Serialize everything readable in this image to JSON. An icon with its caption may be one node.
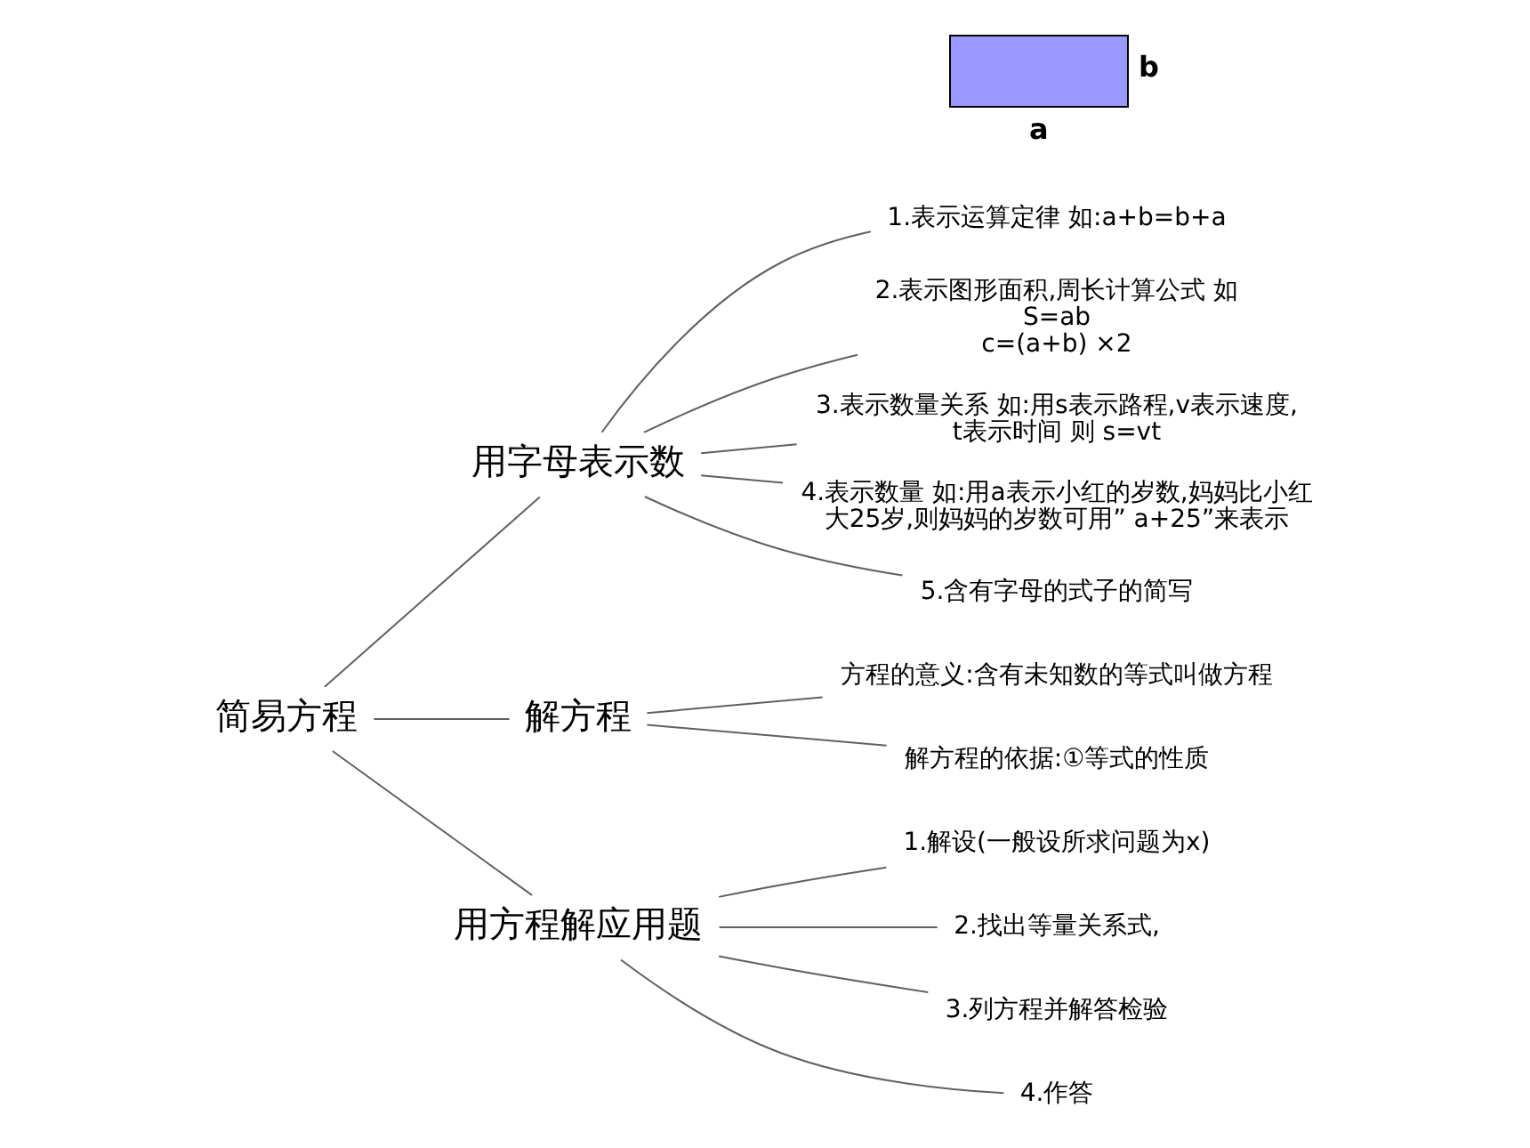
{
  "diagram": {
    "nodes": [
      {
        "text": [
          "简易方程"
        ]
      },
      {
        "text": [
          "用字母表示数"
        ]
      },
      {
        "text": [
          "1.表示运算定律 如:a+b=b+a"
        ]
      },
      {
        "text": [
          "2.表示图形面积,周长计算公式 如",
          "S=ab",
          "c=(a+b) ×2"
        ]
      },
      {
        "text": [],
        "shape": "box",
        "beside": [
          "b",
          "a"
        ]
      },
      {
        "text": [
          "3.表示数量关系 如:用s表示路程,v表示速度,t表示时间 则 s=vt"
        ]
      },
      {
        "text": [
          "4.表示数量 如:用a表示小红的岁数,妈妈比小红大25岁,则妈妈的岁数可用” a+25”来表示"
        ]
      },
      {
        "text": [
          "5.含有字母的式子的简写"
        ]
      },
      {
        "text": [
          "解方程"
        ]
      },
      {
        "text": [
          "方程的意义:含有未知数的等式叫做方程"
        ]
      },
      {
        "text": [
          "解方程的依据:①等式的性质"
        ]
      },
      {
        "text": [
          "用方程解应用题"
        ]
      },
      {
        "text": [
          "1.解设(一般设所求问题为x)"
        ]
      },
      {
        "text": [
          "2.找出等量关系式,"
        ]
      },
      {
        "text": [
          "3.列方程并解答检验"
        ]
      },
      {
        "text": [
          "4.作答"
        ]
      }
    ],
    "edges": [
      {
        "from": 0,
        "to": 1,
        "arrow": "none"
      },
      {
        "from": 0,
        "to": 8,
        "arrow": "none"
      },
      {
        "from": 0,
        "to": 11,
        "arrow": "none"
      },
      {
        "from": 1,
        "to": 2,
        "arrow": "none"
      },
      {
        "from": 1,
        "to": 3,
        "arrow": "none"
      },
      {
        "from": 1,
        "to": 5,
        "arrow": "none"
      },
      {
        "from": 1,
        "to": 6,
        "arrow": "none"
      },
      {
        "from": 1,
        "to": 7,
        "arrow": "none"
      },
      {
        "from": 8,
        "to": 9,
        "arrow": "none"
      },
      {
        "from": 8,
        "to": 10,
        "arrow": "none"
      },
      {
        "from": 11,
        "to": 12,
        "arrow": "none"
      },
      {
        "from": 11,
        "to": 13,
        "arrow": "none"
      },
      {
        "from": 11,
        "to": 14,
        "arrow": "none"
      },
      {
        "from": 11,
        "to": 15,
        "arrow": "none"
      }
    ]
  }
}
